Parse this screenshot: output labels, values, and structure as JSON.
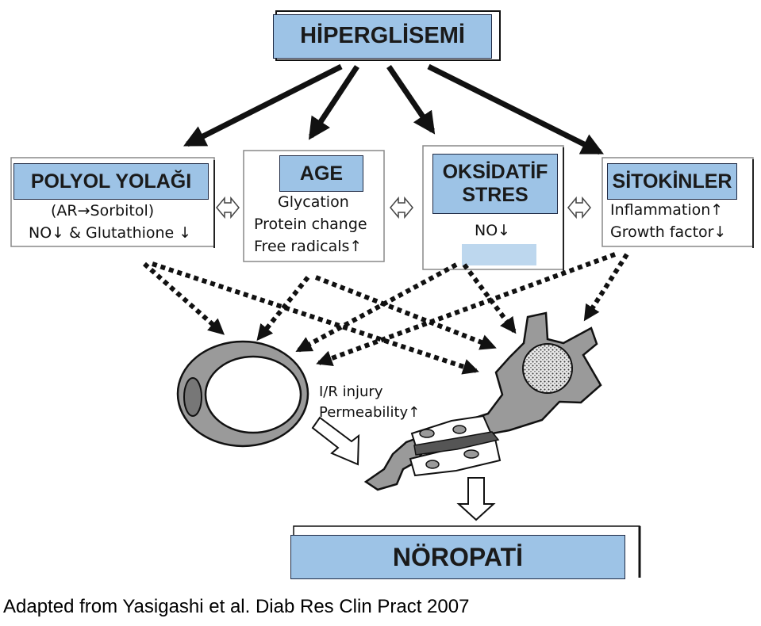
{
  "top": {
    "title": "HİPERGLİSEMİ"
  },
  "pathways": [
    {
      "title": "POLYOL YOLAĞI",
      "lines": [
        "(AR→Sorbitol)",
        "NO↓ & Glutathione ↓"
      ]
    },
    {
      "title": "AGE",
      "lines": [
        "Glycation",
        "Protein change",
        "Free radicals↑"
      ]
    },
    {
      "title": "OKSİDATİF STRES",
      "lines": [
        "NO↓"
      ]
    },
    {
      "title": "SİTOKİNLER",
      "lines": [
        "Inflammation↑",
        "Growth factor↓"
      ]
    }
  ],
  "vessel_labels": [
    "I/R injury",
    "Permeability↑"
  ],
  "outcome": {
    "title": "NÖROPATİ"
  },
  "caption": "Adapted from Yasigashi et al. Diab Res Clin Pract 2007",
  "colors": {
    "box_fill": "#9dc3e6",
    "accent_light": "#bdd7ee",
    "stroke": "#111111",
    "cell_gray": "#9a9a9a"
  }
}
